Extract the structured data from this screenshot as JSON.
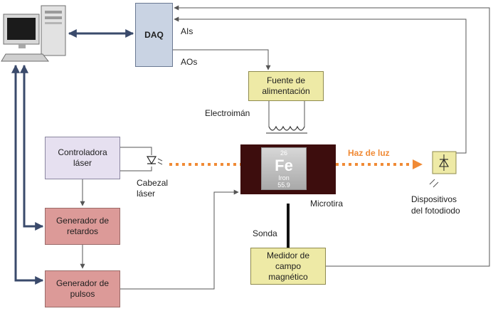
{
  "daq": {
    "label": "DAQ",
    "ais": "AIs",
    "aos": "AOs"
  },
  "fuente": {
    "line1": "Fuente de",
    "line2": "alimentación"
  },
  "electroiman": {
    "label": "Electroimán"
  },
  "controladora": {
    "line1": "Controladora",
    "line2": "láser"
  },
  "cabezal": {
    "line1": "Cabezal",
    "line2": "láser"
  },
  "generador_retardos": {
    "line1": "Generador de",
    "line2": "retardos"
  },
  "generador_pulsos": {
    "line1": "Generador de",
    "line2": "pulsos"
  },
  "microtira": {
    "label": "Microtira",
    "element": {
      "number": "26",
      "symbol": "Fe",
      "name": "Iron",
      "mass": "55.9"
    }
  },
  "haz": {
    "label": "Haz de luz"
  },
  "sonda": {
    "label": "Sonda"
  },
  "medidor": {
    "line1": "Medidor de",
    "line2": "campo",
    "line3": "magnético"
  },
  "fotodiodo": {
    "line1": "Dispositivos",
    "line2": "del fotodiodo"
  },
  "colors": {
    "daq_fill": "#c9d3e3",
    "supply_fill": "#eeeaa6",
    "controller_fill": "#e6e0f0",
    "generator_fill": "#dc9a98",
    "sample_fill": "#3d0d0d",
    "beam": "#f08a35",
    "bus_arrow": "#3a4a6b",
    "wire": "#555555"
  },
  "icons": [
    "computer-icon",
    "laser-diode-icon",
    "coil-icon",
    "photodiode-icon"
  ]
}
